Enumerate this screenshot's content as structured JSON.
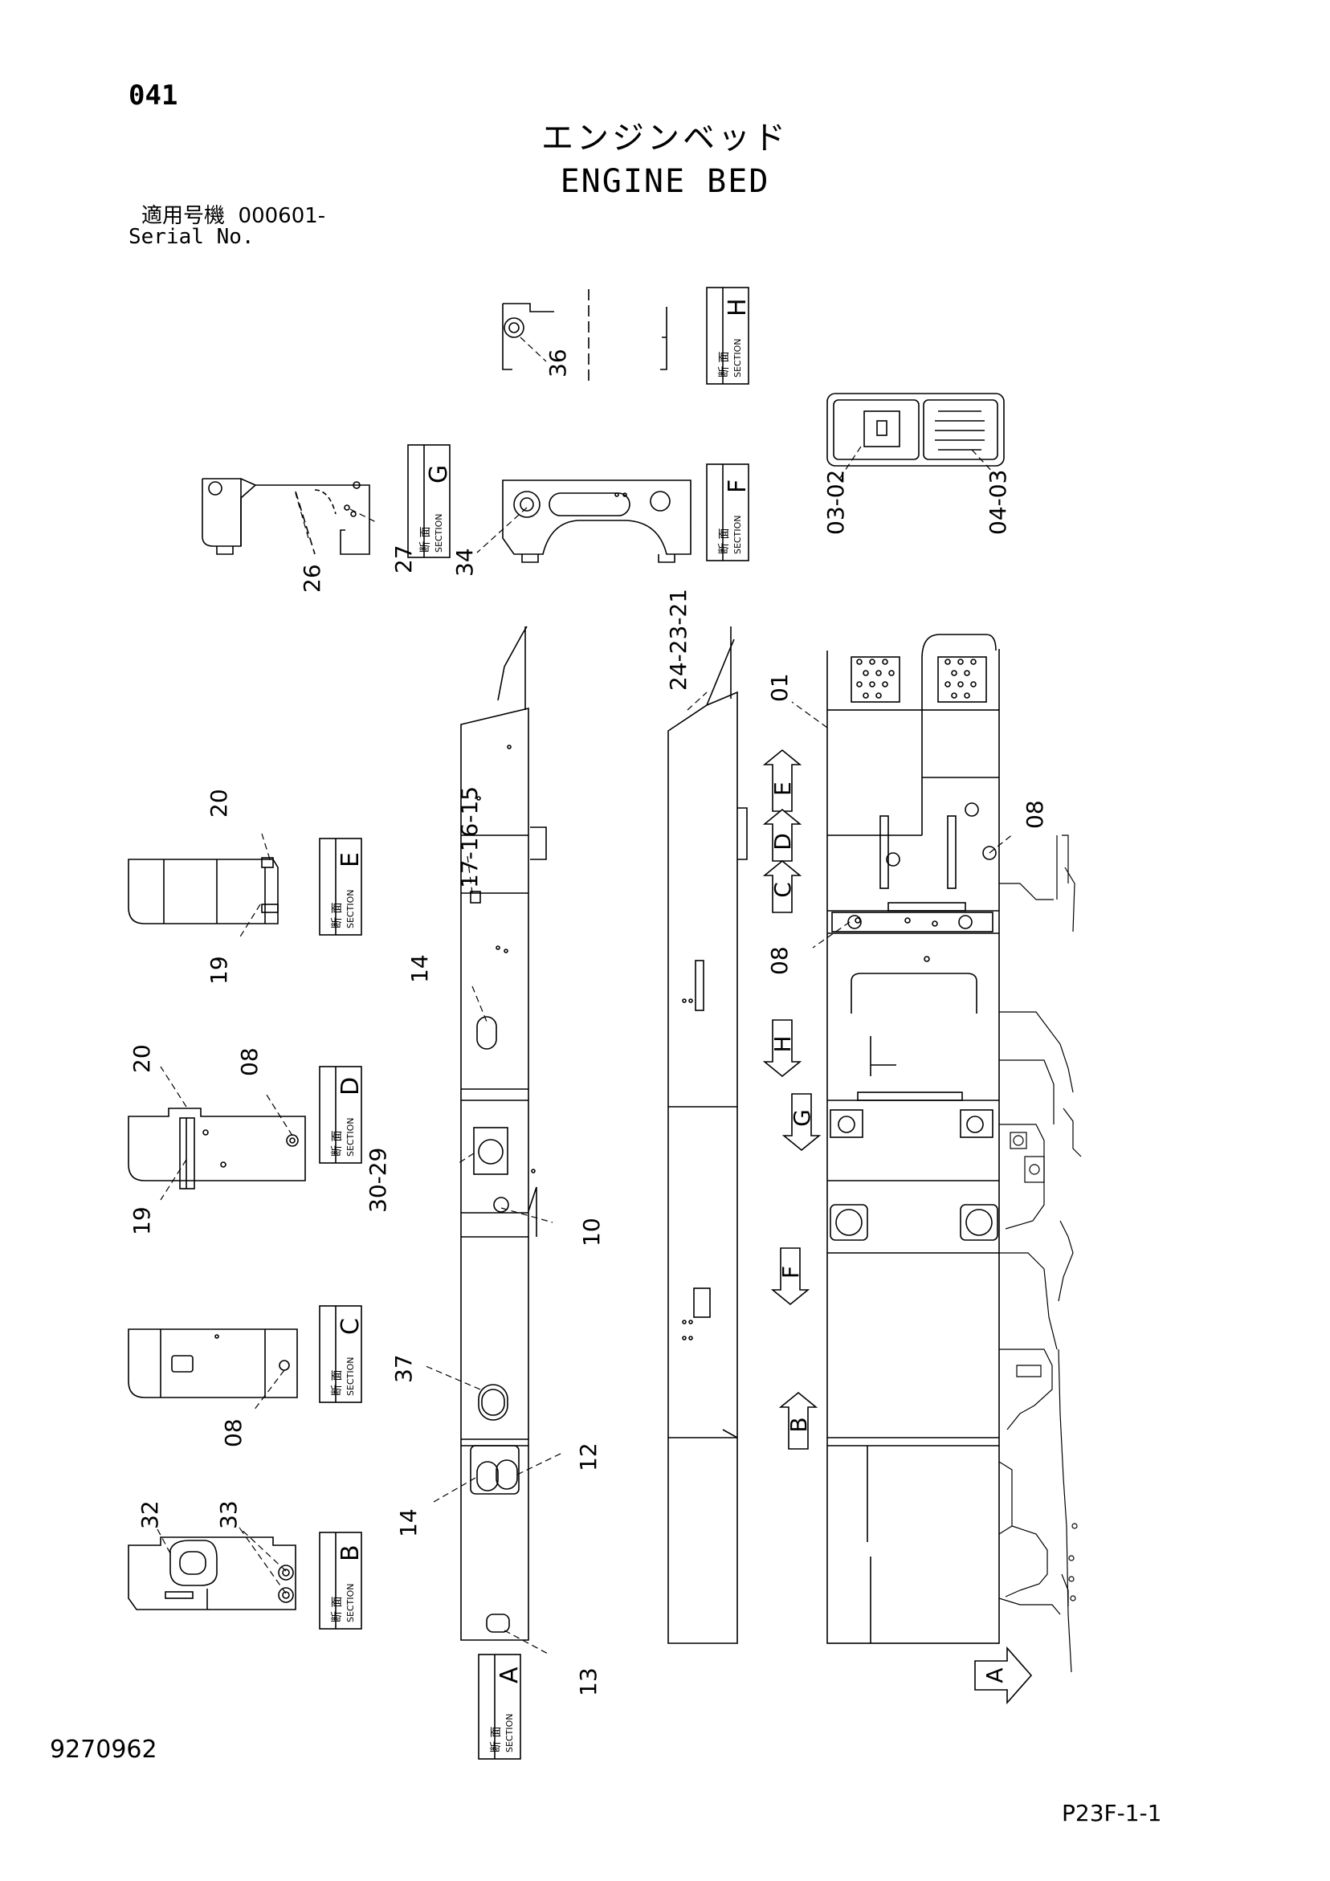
{
  "header": {
    "page_number": "041",
    "title_jp": "エンジンベッド",
    "title_en": "ENGINE BED",
    "serial_label_jp": "適用号機",
    "serial_value": "000601-",
    "serial_label_en": "Serial No."
  },
  "footer": {
    "document_number": "9270962",
    "sheet_id": "P23F-1-1"
  },
  "section_tag": {
    "kanji": "断 面",
    "word": "SECTION"
  },
  "sections": [
    {
      "letter": "H"
    },
    {
      "letter": "G"
    },
    {
      "letter": "F"
    },
    {
      "letter": "E"
    },
    {
      "letter": "D"
    },
    {
      "letter": "C"
    },
    {
      "letter": "B"
    },
    {
      "letter": "A"
    }
  ],
  "view_arrows": [
    "E",
    "D",
    "C",
    "H",
    "G",
    "F",
    "B",
    "A"
  ],
  "callouts": [
    "36",
    "26",
    "27",
    "34",
    "03-02",
    "04-03",
    "20",
    "19",
    "17-16-15",
    "14",
    "20",
    "08",
    "19",
    "30-29",
    "10",
    "37",
    "08",
    "32",
    "33",
    "14",
    "12",
    "13",
    "24-23-21",
    "01",
    "08",
    "08"
  ],
  "colors": {
    "line": "#000000",
    "background": "#ffffff"
  }
}
